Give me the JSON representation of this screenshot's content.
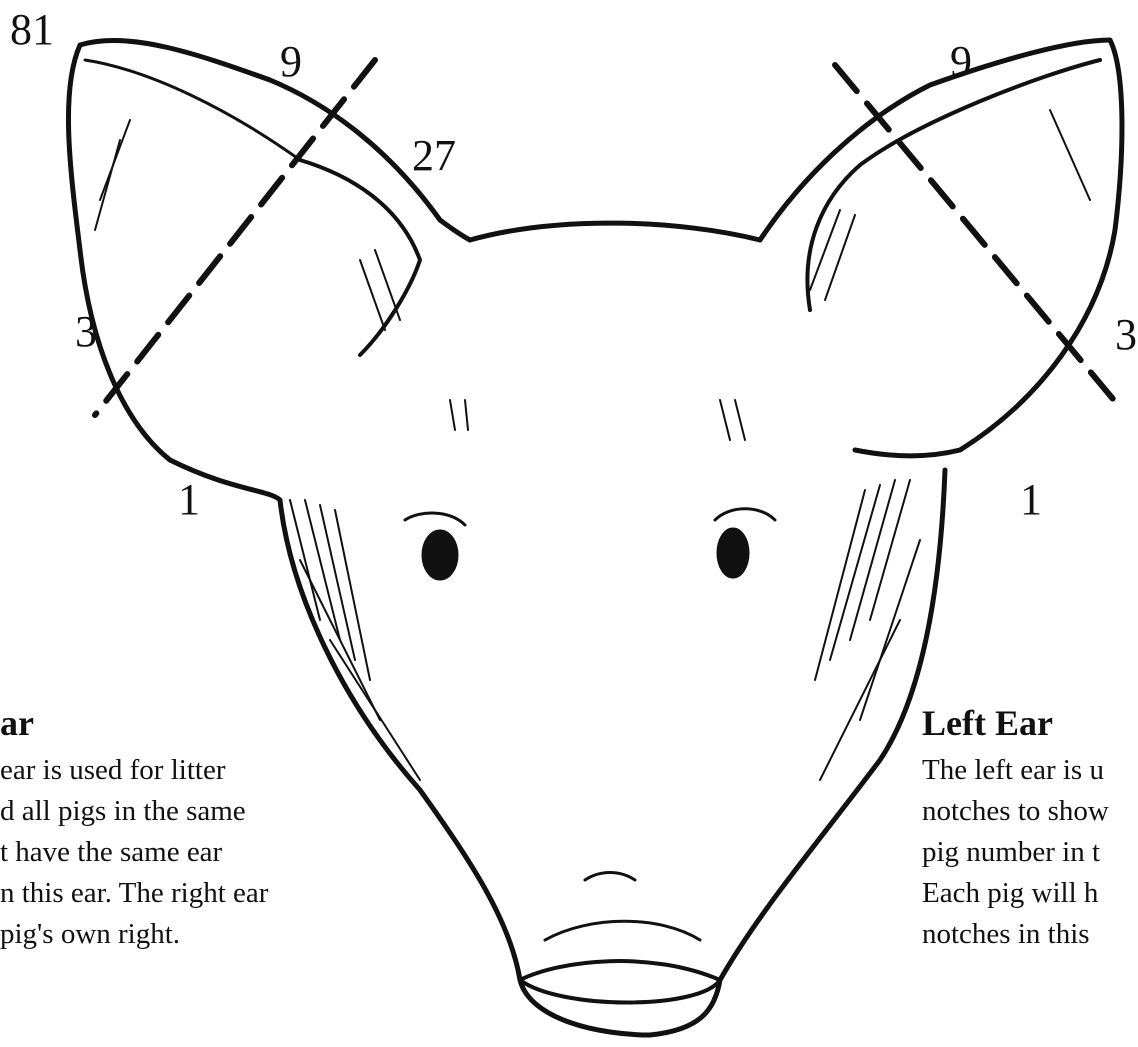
{
  "diagram": {
    "right_ear_numbers": {
      "top_outer": "81",
      "top": "9",
      "middle": "27",
      "side": "3",
      "bottom": "1"
    },
    "left_ear_numbers": {
      "top": "9",
      "side": "3",
      "bottom": "1"
    },
    "right_ear_caption": {
      "title": "ar",
      "lines": [
        "ear is used for litter",
        "d all pigs in the same",
        "t have the same ear",
        "n this ear.  The right ear",
        "pig's own right."
      ]
    },
    "left_ear_caption": {
      "title": "Left Ear",
      "lines": [
        "The left ear is u",
        "notches to show",
        "pig number in t",
        "Each pig will h",
        "notches in this"
      ]
    }
  }
}
